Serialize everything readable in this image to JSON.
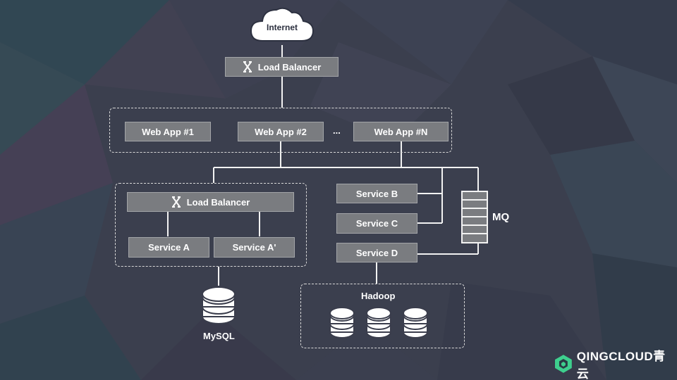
{
  "internet": "Internet",
  "top_lb": "Load Balancer",
  "web_apps": [
    "Web App #1",
    "Web App #2",
    "Web App #N"
  ],
  "ellipsis": "...",
  "inner_lb": "Load Balancer",
  "service_a": "Service A",
  "service_a_prime": "Service A'",
  "services_right": [
    "Service B",
    "Service C",
    "Service D"
  ],
  "mq": "MQ",
  "mysql": "MySQL",
  "hadoop": "Hadoop",
  "brand": "QINGCLOUD青云",
  "colors": {
    "box": "#7a7c80",
    "line": "#f2f2f2",
    "background": "#3a3d4c",
    "brand_icon": "#3ecf8e"
  }
}
